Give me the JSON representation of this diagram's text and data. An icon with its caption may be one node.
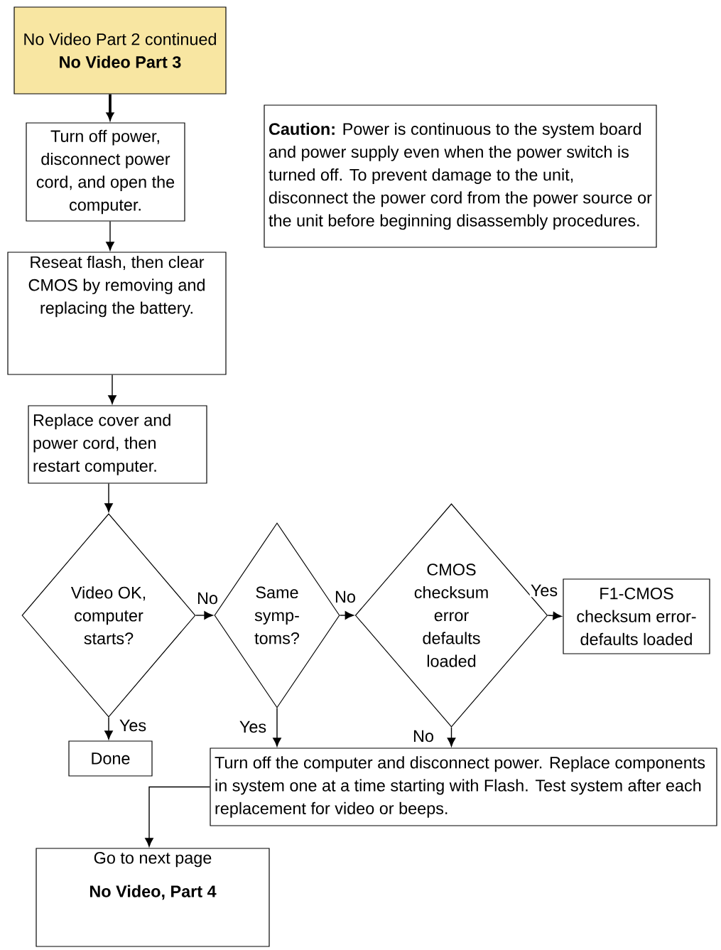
{
  "diagram": {
    "nodes": [
      {
        "text": [
          "No Video Part 2 continued",
          "No Video Part 3"
        ]
      },
      {
        "text": [
          "**Caution:** Power is continuous to the system board and power supply even when the power switch is turned off. To prevent damage to the unit, disconnect the power cord from the power source or the unit before beginning disassembly procedures."
        ]
      },
      {
        "text": [
          "Turn off power, disconnect power cord, and open the computer."
        ]
      },
      {
        "text": [
          "Reseat flash, then clear CMOS by removing and replacing the battery."
        ]
      },
      {
        "text": [
          "Replace cover and power cord, then restart computer."
        ]
      },
      {
        "text": [
          "Video OK, computer starts?"
        ]
      },
      {
        "text": [
          "Same symp- toms?"
        ]
      },
      {
        "text": [
          "CMOS checksum error defaults loaded"
        ]
      },
      {
        "text": [
          "F1-CMOS checksum error- defaults loaded"
        ]
      },
      {
        "text": [
          "Done"
        ]
      },
      {
        "text": [
          "Turn off the computer and disconnect power. Replace components in system one at a time starting with Flash. Test system after each replacement for video or beeps."
        ]
      },
      {
        "text": [
          "Go to next page",
          "No Video, Part 4"
        ]
      }
    ],
    "edges": [
      {
        "from": 0,
        "to": 2,
        "arrow": "to",
        "style": "thick"
      },
      {
        "from": 2,
        "to": 3,
        "arrow": "to"
      },
      {
        "from": 3,
        "to": 4,
        "arrow": "to"
      },
      {
        "from": 4,
        "to": 5,
        "arrow": "to"
      },
      {
        "from": 5,
        "to": 6,
        "arrow": "to",
        "label": "No"
      },
      {
        "from": 6,
        "to": 7,
        "arrow": "to",
        "label": "No"
      },
      {
        "from": 7,
        "to": 8,
        "arrow": "to",
        "label": "Yes"
      },
      {
        "from": 5,
        "to": 9,
        "arrow": "to",
        "label": "Yes"
      },
      {
        "from": 6,
        "to": 10,
        "arrow": "to",
        "label": "Yes"
      },
      {
        "from": 7,
        "to": 10,
        "arrow": "to",
        "label": "No"
      },
      {
        "from": 10,
        "to": 11,
        "arrow": "to"
      }
    ]
  }
}
